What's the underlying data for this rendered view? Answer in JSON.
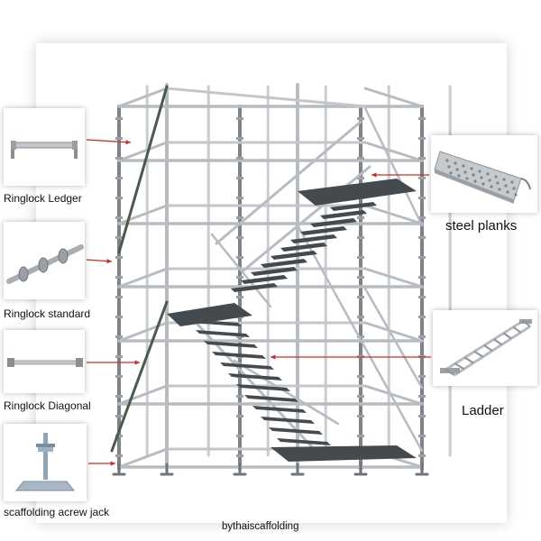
{
  "colors": {
    "pipe": "#b7bcc1",
    "pipe_dark": "#7d8388",
    "diagonal": "#4a5a4e",
    "deck": "#444a4e",
    "arrow": "#d12a2a"
  },
  "components": [
    {
      "id": "ledger",
      "label": "Ringlock Ledger",
      "icon": "ledger-icon"
    },
    {
      "id": "standard",
      "label": "Ringlock standard",
      "icon": "standard-icon"
    },
    {
      "id": "diagonal",
      "label": "Ringlock Diagonal",
      "icon": "diagonal-brace-icon"
    },
    {
      "id": "jack",
      "label": "scaffolding acrew jack",
      "icon": "screw-jack-icon"
    },
    {
      "id": "planks",
      "label": "steel planks",
      "icon": "steel-plank-icon"
    },
    {
      "id": "ladder",
      "label": "Ladder",
      "icon": "ladder-icon"
    }
  ],
  "credit": "bythaiscaffolding"
}
